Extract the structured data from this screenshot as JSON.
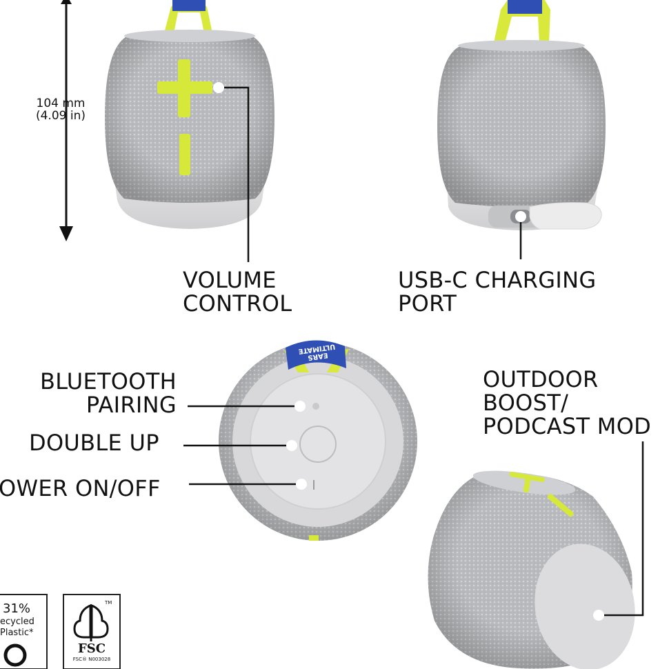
{
  "dimension": {
    "mm": "104 mm",
    "inches": "(4.09 in)"
  },
  "callouts": {
    "volume_control": [
      "VOLUME",
      "CONTROL"
    ],
    "usbc_port": [
      "USB-C CHARGING",
      "PORT"
    ],
    "bluetooth_pairing": [
      "BLUETOOTH",
      "PAIRING"
    ],
    "double_up": "DOUBLE UP",
    "power": "OWER ON/OFF",
    "outdoor_boost": [
      "OUTDOOR",
      "BOOST/",
      "PODCAST MOD"
    ]
  },
  "strap": {
    "brand_line1": "ULTIMATE",
    "brand_line2": "EARS"
  },
  "badges": {
    "recycled_percent": "31%",
    "recycled_line2": "ecycled",
    "recycled_line3": "Plastic*",
    "fsc_label": "FSC",
    "fsc_code": "FSC® N003028",
    "fsc_tm": "TM"
  },
  "colors": {
    "fabric": "#bdbec0",
    "fabric_dark": "#a9aaad",
    "base": "#dcdcdc",
    "accent_yellow": "#d6e83a",
    "strap_blue": "#2f4fb4",
    "dot": "#ffffff",
    "line": "#111111"
  }
}
